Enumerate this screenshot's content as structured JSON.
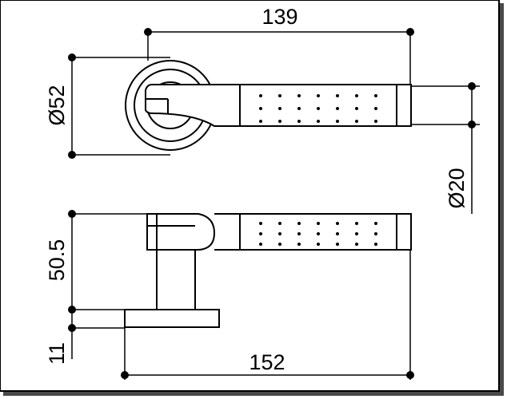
{
  "dimensions": {
    "top_length": "139",
    "rose_diameter": "Ø52",
    "grip_diameter": "Ø20",
    "lever_height": "50.5",
    "rose_thickness": "11",
    "bottom_length": "152"
  },
  "colors": {
    "line": "#000000",
    "background": "#ffffff",
    "frame_shadow": "#4a4a4a"
  }
}
